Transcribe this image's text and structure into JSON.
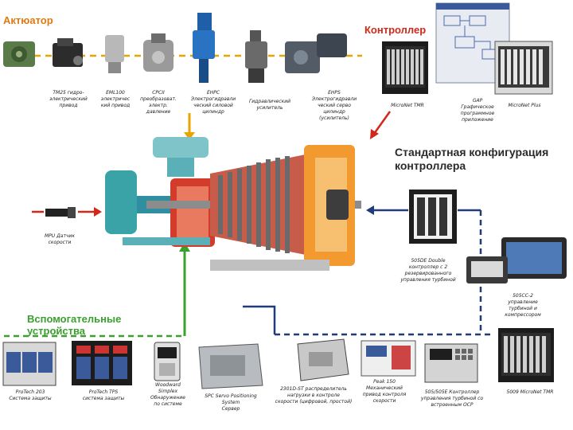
{
  "sections": {
    "actuator": "Актюатор",
    "controller": "Контроллер",
    "standard": "Стандартная конфигурация\nконтроллера",
    "auxiliary": "Вспомогательные\nустройства"
  },
  "actuators": [
    {
      "label": "TM25 гидро-\nэлектрический\nпривод"
    },
    {
      "label": "EML100\nэлектричес\nкий привод"
    },
    {
      "label": "CPCII\nпреобразоват.\nэлектр.\nдавление"
    },
    {
      "label": "EHPC\nЭлектрогидравли\nческий силовой\nцилиндр"
    },
    {
      "label": "Гидравлический\nусилитель"
    },
    {
      "label": "EHPS\nЭлектрогидравли\nческий серво\nцилиндр\n(усилитель)"
    }
  ],
  "controllers_top": [
    {
      "label": "MicroNet TMR"
    },
    {
      "label": "GAP\nГрафическое\nпрограммное\nприложение"
    },
    {
      "label": "MicroNet Plus"
    }
  ],
  "right_devices": [
    {
      "label": "505DE Double\nконтроллер с 2\nрезервированного\nуправления турбиной"
    },
    {
      "label": "505CC-2\nуправление\nтурбиной и\nкомпрессором"
    }
  ],
  "speed_sensor": {
    "label": "MPU Датчик\nскорости"
  },
  "bottom_devices": [
    {
      "label": "ProTech 203\nСистема защиты"
    },
    {
      "label": "ProTech TPS\nсистема защиты"
    },
    {
      "label": "Woodward\nSimplex\nОбнаружение\nпо системе"
    },
    {
      "label": "SPC Servo Positioning\nSystem\nСервер"
    },
    {
      "label": "2301D-ST распределитель\nнагрузки в контроле\nскорости (цифровой, простой)"
    },
    {
      "label": "Peak 150\nМеханический\nпривод контроля\nскорости"
    },
    {
      "label": "505/505E Контроллер\nуправления турбиной со\nвстроенным OCP"
    },
    {
      "label": "5009 MicroNet TMR"
    }
  ],
  "colors": {
    "actuator_line": "#e8a400",
    "controller_arrow": "#d0281a",
    "right_line": "#1f3c78",
    "aux_line": "#3aa02e",
    "speed_arrow": "#d0281a"
  }
}
